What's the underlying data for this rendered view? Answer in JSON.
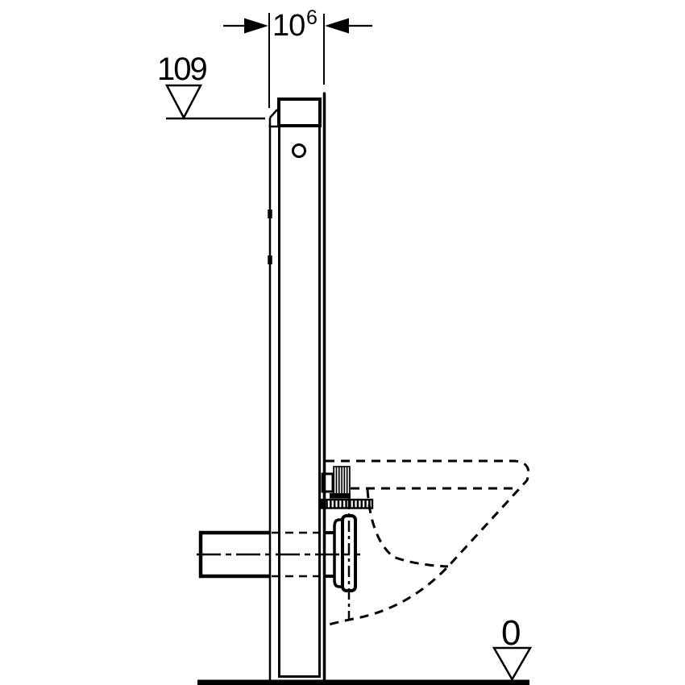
{
  "drawing": {
    "background_color": "#ffffff",
    "line_color": "#000000",
    "width_dimension": {
      "value": "10",
      "superscript": "6"
    },
    "height_level": {
      "value": "109"
    },
    "floor_level": {
      "value": "0"
    }
  }
}
